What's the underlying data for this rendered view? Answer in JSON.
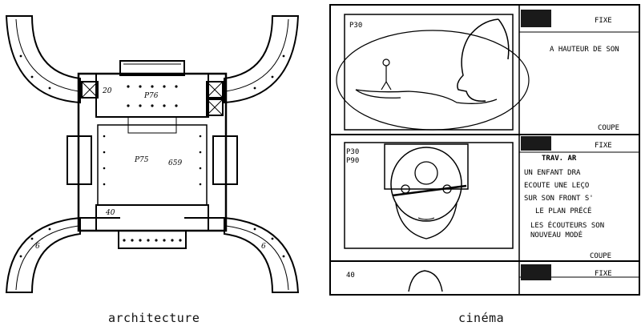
{
  "captions": {
    "left": "architecture",
    "right": "cinéma"
  },
  "plan": {
    "room_labels": [
      "20",
      "P76",
      "P75",
      "659",
      "40",
      "6",
      "6"
    ]
  },
  "board": {
    "rows": [
      {
        "shot": "P30",
        "type": "FIXE",
        "note": "A HAUTEUR DE SON",
        "transition": "COUPE"
      },
      {
        "shot": "P30\nP90",
        "type": "FIXE",
        "movement": "TRAV. AR",
        "note_lines": [
          "UN ENFANT DRA",
          "ECOUTE UNE LEÇO",
          "SUR SON FRONT S'",
          "LE PLAN PRÉCÉ",
          "LES ÉCOUTEURS SON",
          "NOUVEAU MODÉ"
        ],
        "transition": "COUPE"
      },
      {
        "shot": "40",
        "type": "FIXE"
      }
    ]
  }
}
